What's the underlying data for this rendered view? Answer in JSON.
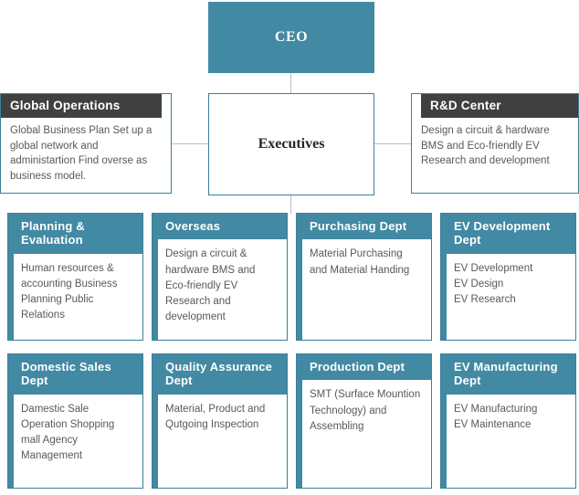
{
  "colors": {
    "teal": "#4289a3",
    "teal_border": "#3d7f99",
    "charcoal": "#404040",
    "body_text": "#595959",
    "connector": "#bfbfbf",
    "white": "#ffffff"
  },
  "top": {
    "ceo": {
      "title": "CEO"
    },
    "executives": {
      "title": "Executives"
    }
  },
  "staff": [
    {
      "id": "global-operations",
      "title": "Global Operations",
      "body": "Global Business Plan Set up a global network and administartion Find overse as business model."
    },
    {
      "id": "rd-center",
      "title": "R&D Center",
      "body": "Design a circuit & hardware BMS and Eco-friendly EV Research and development"
    }
  ],
  "departments_row1": [
    {
      "id": "planning-evaluation",
      "title": "Planning & Evaluation",
      "lines": [
        "Human resources & accounting Business Planning Public Relations"
      ]
    },
    {
      "id": "overseas",
      "title": "Overseas",
      "lines": [
        "Design a circuit & hardware BMS and Eco-friendly EV Research and development"
      ]
    },
    {
      "id": "purchasing-dept",
      "title": "Purchasing Dept",
      "lines": [
        "Material Purchasing and Material Handing"
      ]
    },
    {
      "id": "ev-development-dept",
      "title": "EV Development Dept",
      "lines": [
        "EV Development",
        "EV Design",
        "EV Research"
      ]
    }
  ],
  "departments_row2": [
    {
      "id": "domestic-sales-dept",
      "title": "Domestic Sales Dept",
      "lines": [
        "Damestic Sale Operation Shopping mall Agency Management"
      ]
    },
    {
      "id": "quality-assurance-dept",
      "title": "Quality Assurance Dept",
      "lines": [
        "Material, Product and Qutgoing Inspection"
      ]
    },
    {
      "id": "production-dept",
      "title": "Production Dept",
      "lines": [
        "SMT (Surface Mountion Technology) and Assembling"
      ]
    },
    {
      "id": "ev-manufacturing-dept",
      "title": "EV Manufacturing Dept",
      "lines": [
        "EV Manufacturing",
        "EV Maintenance"
      ]
    }
  ]
}
